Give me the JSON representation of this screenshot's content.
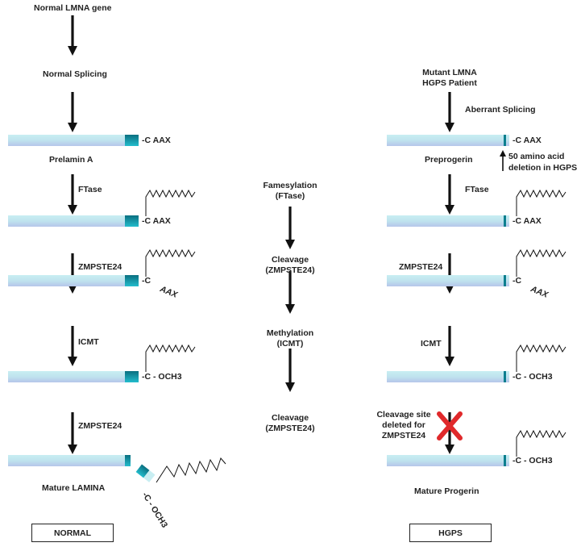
{
  "left_column": {
    "gene": "Normal LMNA gene",
    "splicing": "Normal Splicing",
    "product": "Prelamin A",
    "step1_enzyme": "FTase",
    "step2_enzyme": "ZMPSTE24",
    "step3_enzyme": "ICMT",
    "step4_enzyme": "ZMPSTE24",
    "final_product": "Mature LAMINA",
    "label_box": "NORMAL"
  },
  "middle_column": {
    "step1_line1": "Famesylation",
    "step1_line2": "(FTase)",
    "step2_line1": "Cleavage",
    "step2_line2": "(ZMPSTE24)",
    "step3_line1": "Methylation",
    "step3_line2": "(ICMT)",
    "step4_line1": "Cleavage",
    "step4_line2": "(ZMPSTE24)"
  },
  "right_column": {
    "gene_line1": "Mutant LMNA",
    "gene_line2": "HGPS Patient",
    "splicing": "Aberrant Splicing",
    "product": "Preprogerin",
    "deletion_line1": "50 amino acid",
    "deletion_line2": "deletion in HGPS",
    "step1_enzyme": "FTase",
    "step2_enzyme": "ZMPSTE24",
    "step3_enzyme": "ICMT",
    "blocked_line1": "Cleavage site",
    "blocked_line2": "deleted for",
    "blocked_line3": "ZMPSTE24",
    "final_product": "Mature Progerin",
    "label_box": "HGPS"
  },
  "terminal_labels": {
    "caax": "-C AAX",
    "c": "-C",
    "aax": "AAX",
    "c_och3": "-C - OCH3",
    "c_och3_rotated": "-C - OCH3"
  },
  "colors": {
    "bar_top": "#c8eef2",
    "bar_bottom": "#b6c6ea",
    "cap_dark": "#0d7f8f",
    "cap_light": "#21b8c9",
    "block_x": "#e0292b",
    "line": "#222222"
  }
}
